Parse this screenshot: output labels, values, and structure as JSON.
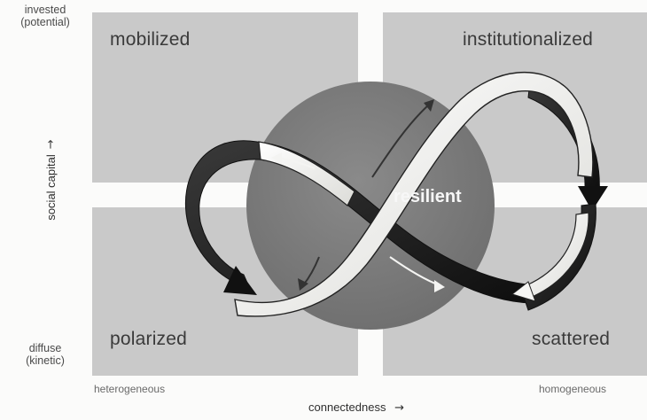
{
  "quadrants": {
    "top_left": "mobilized",
    "top_right": "institutionalized",
    "bottom_left": "polarized",
    "bottom_right": "scattered"
  },
  "center_label": "resilient",
  "y_axis": {
    "title": "social capital",
    "top_label_line1": "invested",
    "top_label_line2": "(potential)",
    "bottom_label_line1": "diffuse",
    "bottom_label_line2": "(kinetic)",
    "arrow": "→"
  },
  "x_axis": {
    "title": "connectedness",
    "left_label": "heterogeneous",
    "right_label": "homogeneous",
    "arrow": "→"
  },
  "colors": {
    "panel": "#c9c9c9",
    "circle": "#7b7b7b",
    "band_light": "#f2f2ef",
    "band_dark": "#1a1a1a"
  }
}
